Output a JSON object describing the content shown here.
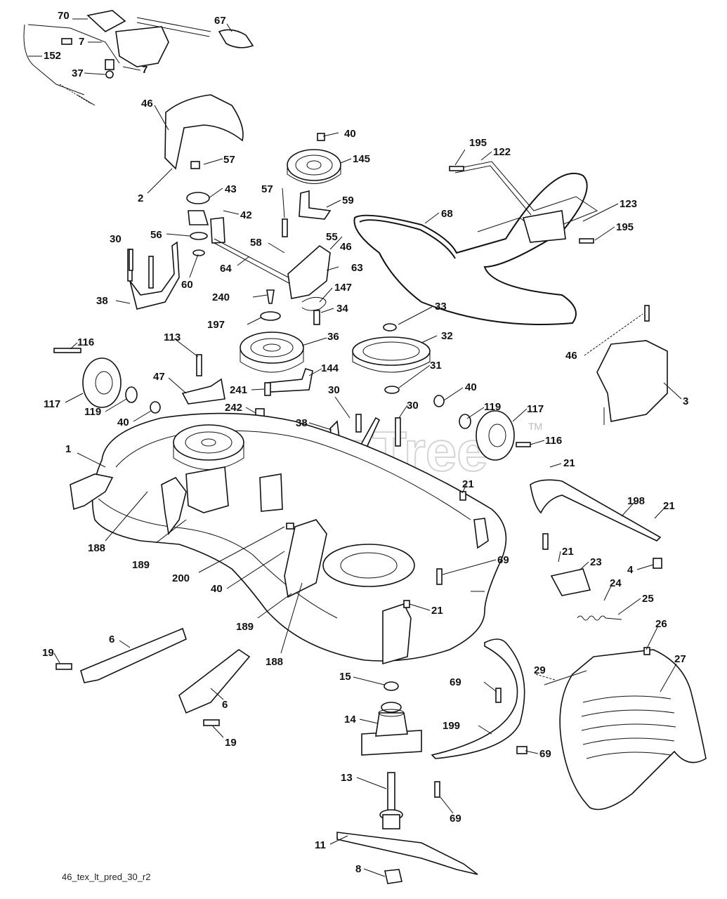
{
  "watermark": {
    "text": "PartsTree",
    "trademark": "TM"
  },
  "footer": {
    "drawing_code": "46_tex_lt_pred_30_r2"
  },
  "callouts": [
    {
      "id": "c70",
      "label": "70"
    },
    {
      "id": "c67",
      "label": "67"
    },
    {
      "id": "c7a",
      "label": "7"
    },
    {
      "id": "c152",
      "label": "152"
    },
    {
      "id": "c7b",
      "label": "7"
    },
    {
      "id": "c37",
      "label": "37"
    },
    {
      "id": "c46a",
      "label": "46"
    },
    {
      "id": "c2",
      "label": "2"
    },
    {
      "id": "c57a",
      "label": "57"
    },
    {
      "id": "c43",
      "label": "43"
    },
    {
      "id": "c42",
      "label": "42"
    },
    {
      "id": "c56",
      "label": "56"
    },
    {
      "id": "c30a",
      "label": "30"
    },
    {
      "id": "c60",
      "label": "60"
    },
    {
      "id": "c64",
      "label": "64"
    },
    {
      "id": "c38a",
      "label": "38"
    },
    {
      "id": "c40a",
      "label": "40"
    },
    {
      "id": "c145",
      "label": "145"
    },
    {
      "id": "c57b",
      "label": "57"
    },
    {
      "id": "c59",
      "label": "59"
    },
    {
      "id": "c58",
      "label": "58"
    },
    {
      "id": "c55",
      "label": "55"
    },
    {
      "id": "c46b",
      "label": "46"
    },
    {
      "id": "c63",
      "label": "63"
    },
    {
      "id": "c240",
      "label": "240"
    },
    {
      "id": "c147",
      "label": "147"
    },
    {
      "id": "c34",
      "label": "34"
    },
    {
      "id": "c197",
      "label": "197"
    },
    {
      "id": "c195a",
      "label": "195"
    },
    {
      "id": "c122",
      "label": "122"
    },
    {
      "id": "c68",
      "label": "68"
    },
    {
      "id": "c123",
      "label": "123"
    },
    {
      "id": "c195b",
      "label": "195"
    },
    {
      "id": "c33",
      "label": "33"
    },
    {
      "id": "c32",
      "label": "32"
    },
    {
      "id": "c31",
      "label": "31"
    },
    {
      "id": "c46c",
      "label": "46"
    },
    {
      "id": "c3",
      "label": "3"
    },
    {
      "id": "c116a",
      "label": "116"
    },
    {
      "id": "c113",
      "label": "113"
    },
    {
      "id": "c36",
      "label": "36"
    },
    {
      "id": "c47",
      "label": "47"
    },
    {
      "id": "c144",
      "label": "144"
    },
    {
      "id": "c117a",
      "label": "117"
    },
    {
      "id": "c119a",
      "label": "119"
    },
    {
      "id": "c40b",
      "label": "40"
    },
    {
      "id": "c241",
      "label": "241"
    },
    {
      "id": "c242",
      "label": "242"
    },
    {
      "id": "c30b",
      "label": "30"
    },
    {
      "id": "c30c",
      "label": "30"
    },
    {
      "id": "c38b",
      "label": "38"
    },
    {
      "id": "c40c",
      "label": "40"
    },
    {
      "id": "c119b",
      "label": "119"
    },
    {
      "id": "c117b",
      "label": "117"
    },
    {
      "id": "c116b",
      "label": "116"
    },
    {
      "id": "c1",
      "label": "1"
    },
    {
      "id": "c21a",
      "label": "21"
    },
    {
      "id": "c21b",
      "label": "21"
    },
    {
      "id": "c198",
      "label": "198"
    },
    {
      "id": "c21c",
      "label": "21"
    },
    {
      "id": "c188a",
      "label": "188"
    },
    {
      "id": "c189a",
      "label": "189"
    },
    {
      "id": "c200",
      "label": "200"
    },
    {
      "id": "c40d",
      "label": "40"
    },
    {
      "id": "c69a",
      "label": "69"
    },
    {
      "id": "c21d",
      "label": "21"
    },
    {
      "id": "c23",
      "label": "23"
    },
    {
      "id": "c4",
      "label": "4"
    },
    {
      "id": "c24",
      "label": "24"
    },
    {
      "id": "c25",
      "label": "25"
    },
    {
      "id": "c21e",
      "label": "21"
    },
    {
      "id": "c189b",
      "label": "189"
    },
    {
      "id": "c188b",
      "label": "188"
    },
    {
      "id": "c26",
      "label": "26"
    },
    {
      "id": "c27",
      "label": "27"
    },
    {
      "id": "c6a",
      "label": "6"
    },
    {
      "id": "c19a",
      "label": "19"
    },
    {
      "id": "c15",
      "label": "15"
    },
    {
      "id": "c29",
      "label": "29"
    },
    {
      "id": "c69b",
      "label": "69"
    },
    {
      "id": "c6b",
      "label": "6"
    },
    {
      "id": "c19b",
      "label": "19"
    },
    {
      "id": "c14",
      "label": "14"
    },
    {
      "id": "c199",
      "label": "199"
    },
    {
      "id": "c69c",
      "label": "69"
    },
    {
      "id": "c13",
      "label": "13"
    },
    {
      "id": "c69d",
      "label": "69"
    },
    {
      "id": "c11",
      "label": "11"
    },
    {
      "id": "c8",
      "label": "8"
    }
  ]
}
